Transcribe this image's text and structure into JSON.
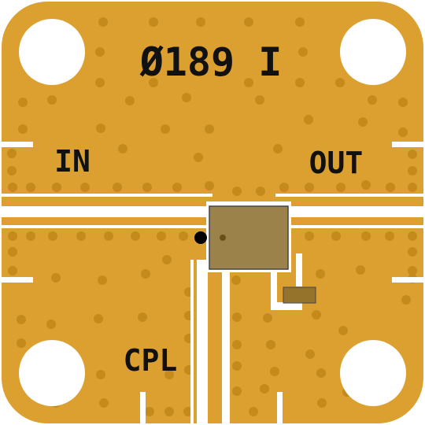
{
  "board": {
    "part_number": "Ø189 I",
    "port_in": "IN",
    "port_out": "OUT",
    "port_cpl": "CPL"
  },
  "colors": {
    "gold": "#DBA030",
    "via": "#C58A1C",
    "trace": "#FFFFFF",
    "component": "#8A6B2A",
    "component_border": "#444444",
    "text": "#111111",
    "marker": "#000000"
  }
}
